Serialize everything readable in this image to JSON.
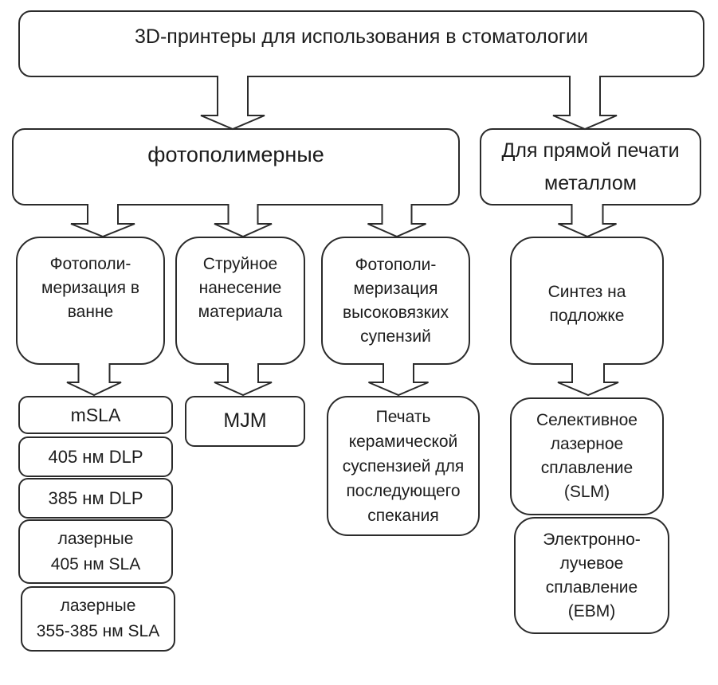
{
  "title": "3D-принтеры для использования в стоматологии",
  "nodes": {
    "root": {
      "label": "3D-принтеры для использования в стоматологии"
    },
    "photopolymer": {
      "label": "фотополимерные"
    },
    "metal": {
      "label": "Для прямой печати\nметаллом"
    },
    "vat": {
      "label": "Фотополи-\nмеризация в\nванне"
    },
    "jet": {
      "label": "Струйное\nнанесение\nматериала"
    },
    "viscous": {
      "label": "Фотополи-\nмеризация\nвысоковязких\nсупензий"
    },
    "substrate": {
      "label": "Синтез на\nподложке"
    },
    "msla": {
      "label": "mSLA"
    },
    "dlp405": {
      "label": "405 нм DLP"
    },
    "dlp385": {
      "label": "385 нм DLP"
    },
    "sla405": {
      "label": "лазерные\n405 нм SLA"
    },
    "sla355": {
      "label": "лазерные\n355-385 нм SLA"
    },
    "mjm": {
      "label": "MJM"
    },
    "ceramic": {
      "label": "Печать\nкерамической\nсуспензией для\nпоследующего\nспекания"
    },
    "slm": {
      "label": "Селективное\nлазерное\nсплавление\n(SLM)"
    },
    "ebm": {
      "label": "Электронно-\nлучевое\nсплавление\n(EBM)"
    }
  },
  "edges": [
    {
      "from": "root",
      "to": "photopolymer"
    },
    {
      "from": "root",
      "to": "metal"
    },
    {
      "from": "photopolymer",
      "to": "vat"
    },
    {
      "from": "photopolymer",
      "to": "jet"
    },
    {
      "from": "photopolymer",
      "to": "viscous"
    },
    {
      "from": "metal",
      "to": "substrate"
    },
    {
      "from": "vat",
      "to": "msla"
    },
    {
      "from": "jet",
      "to": "mjm"
    },
    {
      "from": "viscous",
      "to": "ceramic"
    },
    {
      "from": "substrate",
      "to": "slm"
    }
  ],
  "colors": {
    "background": "#ffffff",
    "box_fill": "#ffffff",
    "box_border": "#2b2b2b",
    "text": "#1c1c1c"
  }
}
